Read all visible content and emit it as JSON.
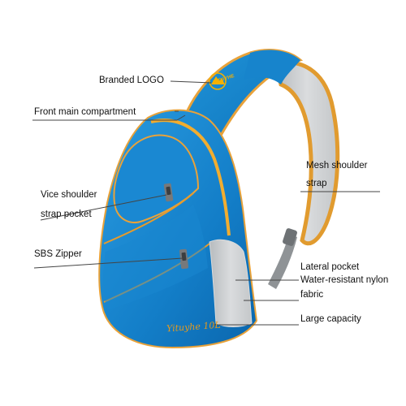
{
  "callouts": {
    "branded_logo": "Branded LOGO",
    "front_main_compartment": "Front main compartment",
    "mesh_shoulder_strap_line1": "Mesh shoulder",
    "mesh_shoulder_strap_line2": "strap",
    "vice_shoulder_strap_pocket_line1": "Vice shoulder",
    "vice_shoulder_strap_pocket_line2": "strap pocket",
    "sbs_zipper": "SBS Zipper",
    "lateral_pocket": "Lateral pocket",
    "water_resistant_line1": "Water-resistant nylon",
    "water_resistant_line2": "fabric",
    "large_capacity": "Large capacity"
  },
  "product": {
    "script_label": "Yituyhe 10L",
    "logo_text": "YITUYHE"
  },
  "colors": {
    "bag_blue": "#1b8fd6",
    "bag_dark_blue": "#0b6db3",
    "trim_orange": "#e8a23a",
    "mesh_grey": "#c9ccce",
    "callout_line": "#444444"
  },
  "icons": {
    "logo": "mountain-logo-icon",
    "zipper_pull": "zipper-pull-icon"
  }
}
